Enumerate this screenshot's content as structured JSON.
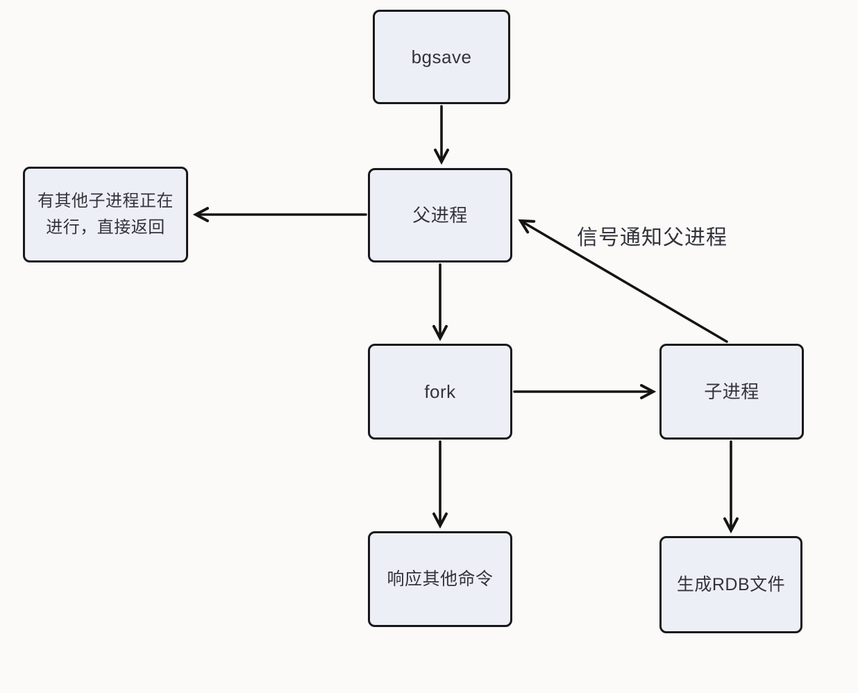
{
  "diagram": {
    "type": "flowchart",
    "nodes": {
      "bgsave": {
        "label": "bgsave"
      },
      "early_return": {
        "line1": "有其他子进程正在",
        "line2": "进行，直接返回"
      },
      "parent": {
        "label": "父进程"
      },
      "fork": {
        "label": "fork"
      },
      "child": {
        "label": "子进程"
      },
      "respond": {
        "label": "响应其他命令"
      },
      "rdb": {
        "label": "生成RDB文件"
      }
    },
    "edges": [
      {
        "from": "bgsave",
        "to": "parent",
        "label": ""
      },
      {
        "from": "parent",
        "to": "early_return",
        "label": ""
      },
      {
        "from": "parent",
        "to": "fork",
        "label": ""
      },
      {
        "from": "fork",
        "to": "child",
        "label": ""
      },
      {
        "from": "fork",
        "to": "respond",
        "label": ""
      },
      {
        "from": "child",
        "to": "rdb",
        "label": ""
      },
      {
        "from": "child",
        "to": "parent",
        "label": "信号通知父进程"
      }
    ],
    "edge_labels": {
      "signal_notify": "信号通知父进程"
    },
    "colors": {
      "background": "#FBFAF8",
      "node_fill": "#EDEFF7",
      "node_border": "#18181A",
      "text": "#33333B",
      "arrow": "#141414"
    }
  }
}
